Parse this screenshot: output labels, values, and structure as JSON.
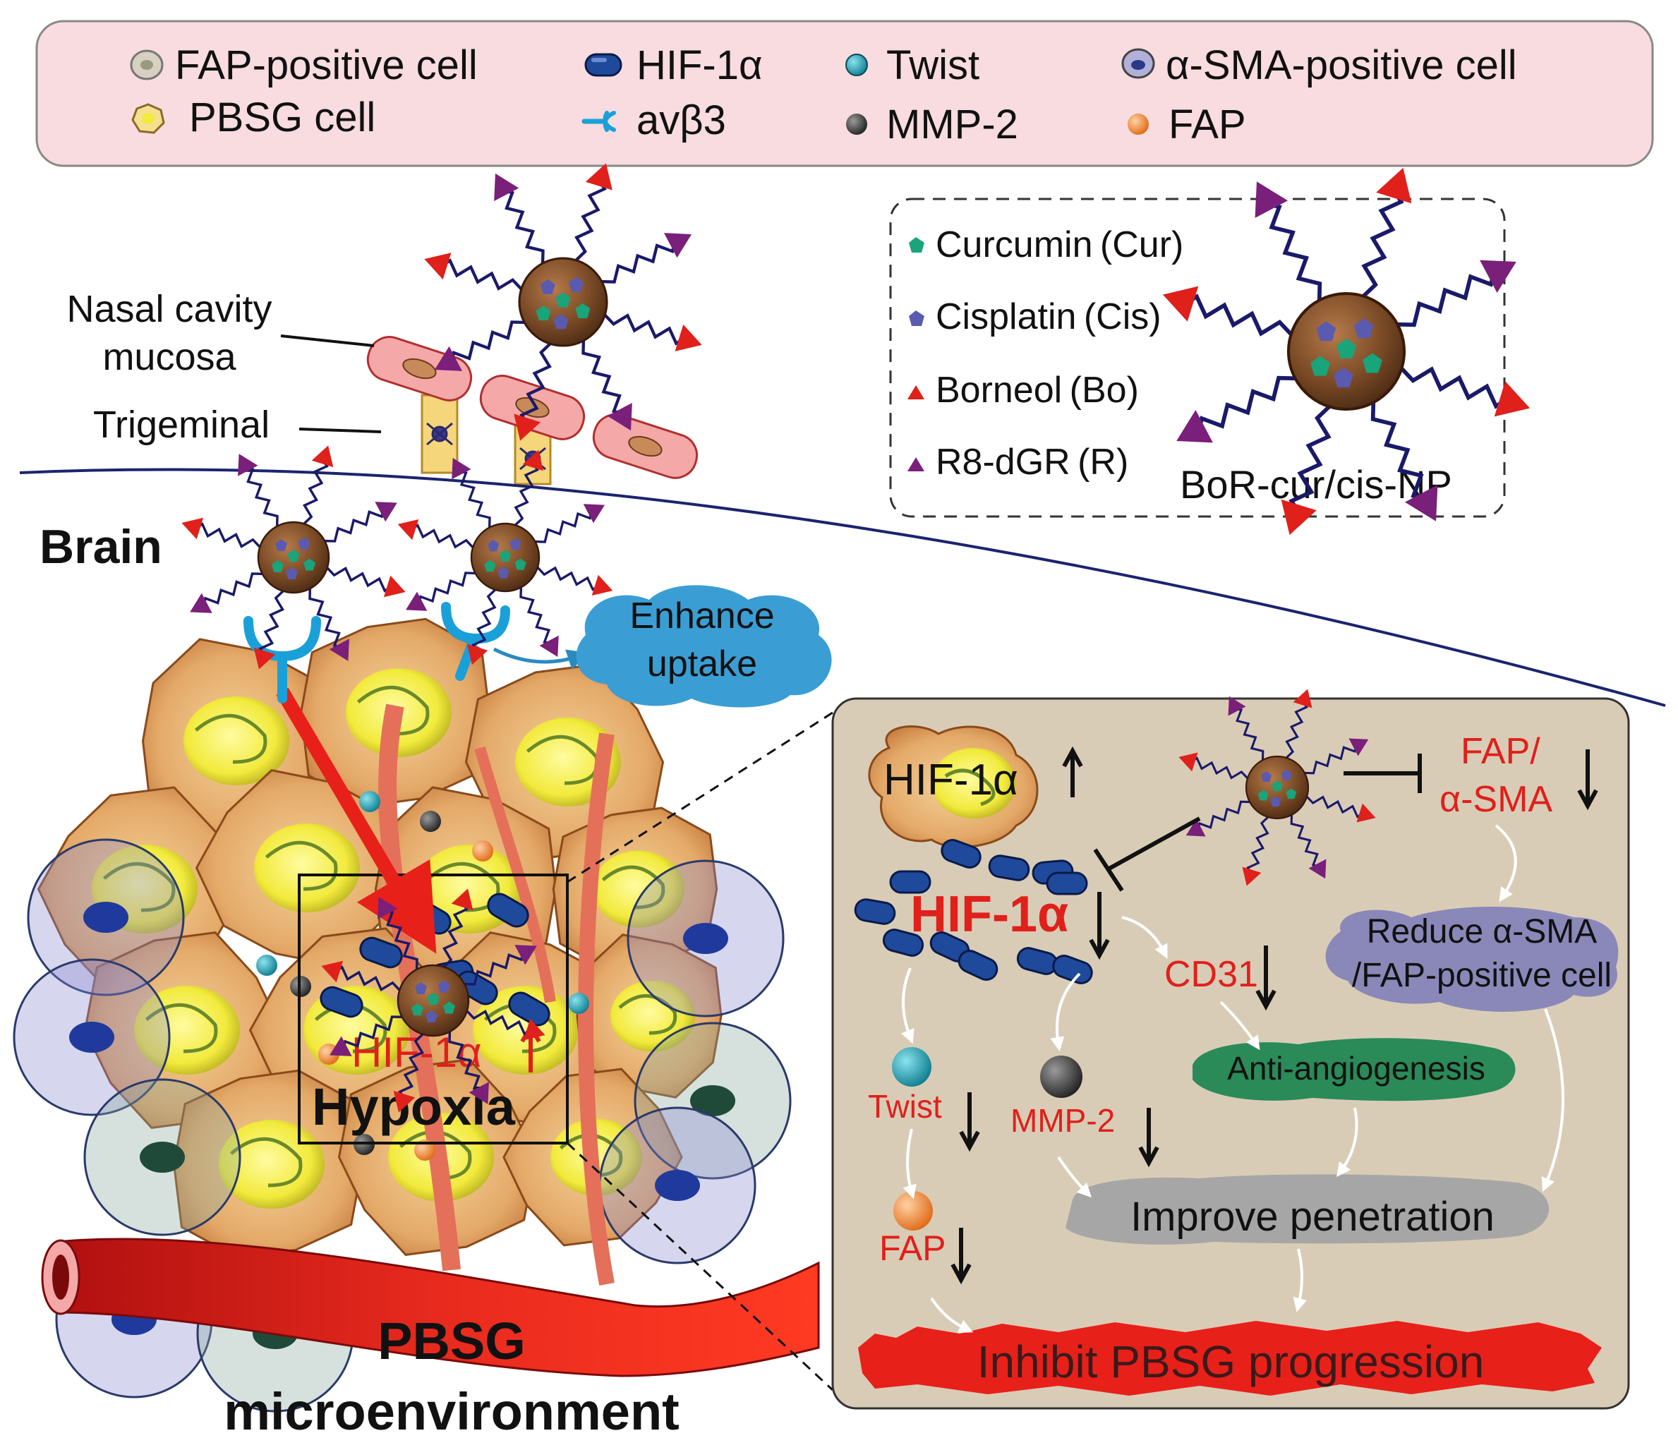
{
  "legend": {
    "fap_cell": "FAP-positive cell",
    "pbsg_cell": "PBSG cell",
    "hif": "HIF-1α",
    "avb3": "avβ3",
    "twist": "Twist",
    "mmp2": "MMP-2",
    "asma_cell": "α-SMA-positive cell",
    "fap": "FAP"
  },
  "np_box": {
    "cur": "Curcumin (Cur)",
    "cis": "Cisplatin (Cis)",
    "bo": "Borneol (Bo)",
    "r8": "R8-dGR (R)",
    "name": "BoR-cur/cis-NP"
  },
  "labels": {
    "nasal1": "Nasal cavity",
    "nasal2": "mucosa",
    "trigeminal": "Trigeminal",
    "brain": "Brain",
    "enhance1": "Enhance",
    "enhance2": "uptake",
    "hif_up": "HIF-1α",
    "hypoxia": "Hypoxia",
    "micro1": "PBSG",
    "micro2": "microenvironment"
  },
  "panel": {
    "hif_up": "HIF-1α",
    "fap_asma1": "FAP/",
    "fap_asma2": "α-SMA",
    "hif_down": "HIF-1α",
    "cd31": "CD31",
    "reduce1": "Reduce α-SMA",
    "reduce2": "/FAP-positive cell",
    "twist": "Twist",
    "mmp2": "MMP-2",
    "anti": "Anti-angiogenesis",
    "improve": "Improve penetration",
    "fap": "FAP",
    "inhibit": "Inhibit PBSG progression"
  },
  "colors": {
    "legend_bg": "#f8dcdf",
    "panel_bg": "#d9ccb6",
    "np_core": "#7a4a26",
    "hif_blue": "#1f4a9c",
    "red_text": "#e0201b",
    "twist_teal": "#1aa3b8",
    "mmp_dark": "#333333",
    "fap_orange": "#ee8a3a",
    "anti_green": "#2a8a58",
    "improve_gray": "#a6a6a6",
    "reduce_purple": "#8a88b8",
    "enhance_blue": "#3a9ed4",
    "inhibit_red": "#e8201a",
    "borneol_red": "#e0201b",
    "r8_purple": "#7a1f7a",
    "cur_green": "#1aa47a",
    "cis_blue": "#5a5ab0"
  }
}
